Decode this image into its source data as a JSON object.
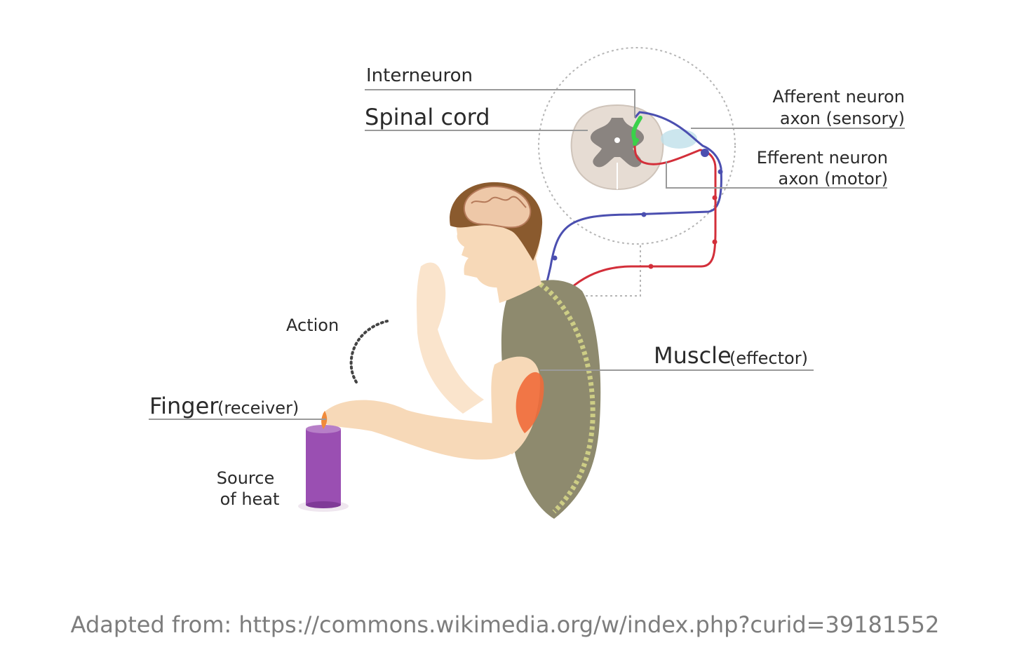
{
  "labels": {
    "interneuron": "Interneuron",
    "spinal_cord": "Spinal cord",
    "afferent_line1": "Afferent neuron",
    "afferent_line2": "axon (sensory)",
    "efferent_line1": "Efferent neuron",
    "efferent_line2": "axon (motor)",
    "action": "Action",
    "muscle_main": "Muscle",
    "muscle_sub": "(effector)",
    "finger_main": "Finger",
    "finger_sub": "(receiver)",
    "heat_line1": "Source",
    "heat_line2": "of heat"
  },
  "caption": "Adapted from: https://commons.wikimedia.org/w/index.php?curid=39181552",
  "colors": {
    "afferent": "#4b4fb0",
    "efferent": "#d32f3a",
    "interneuron": "#3bd14a",
    "candle": "#9a4fb2",
    "skin": "#f7d9b8",
    "shirt": "#8e8a6e",
    "hair": "#8a5a2e"
  }
}
